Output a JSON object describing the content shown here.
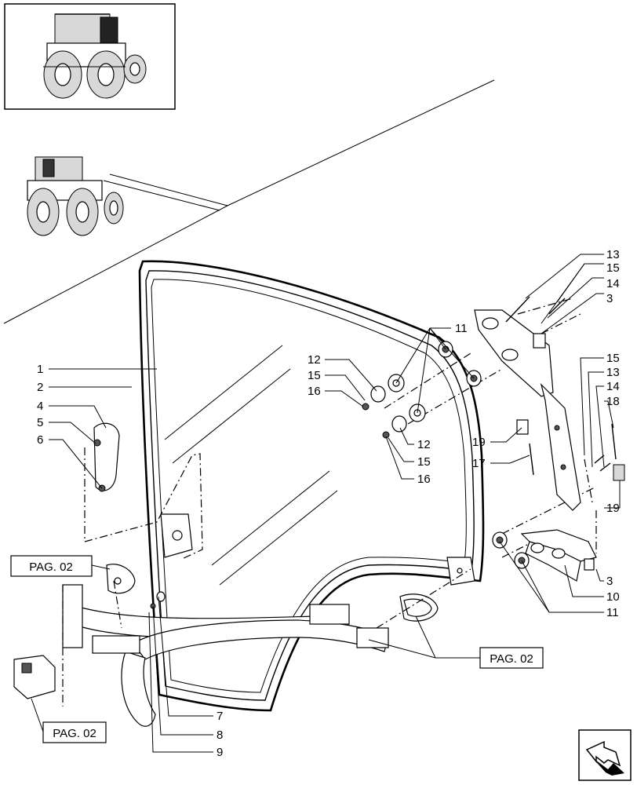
{
  "callouts": {
    "left": [
      "1",
      "2",
      "4",
      "5",
      "6"
    ],
    "center_12a": "12",
    "center_15a": "15",
    "center_16a": "16",
    "center_11": "11",
    "center_12b": "12",
    "center_15b": "15",
    "center_16b": "16",
    "right_13a": "13",
    "right_15a": "15",
    "right_14a": "14",
    "right_3a": "3",
    "right_15b": "15",
    "right_13b": "13",
    "right_14b": "14",
    "right_18": "18",
    "right_19a": "19",
    "right_17": "17",
    "right_19b": "19",
    "right_3b": "3",
    "right_10": "10",
    "right_11": "11",
    "bottom_7": "7",
    "bottom_8": "8",
    "bottom_9": "9"
  },
  "page_refs": {
    "left_top": "PAG. 02",
    "right_bottom": "PAG. 02",
    "left_bottom": "PAG. 02"
  },
  "icons": {
    "thumbnail": "tractor-thumbnail-icon",
    "navigation": "next-page-arrow-icon"
  }
}
